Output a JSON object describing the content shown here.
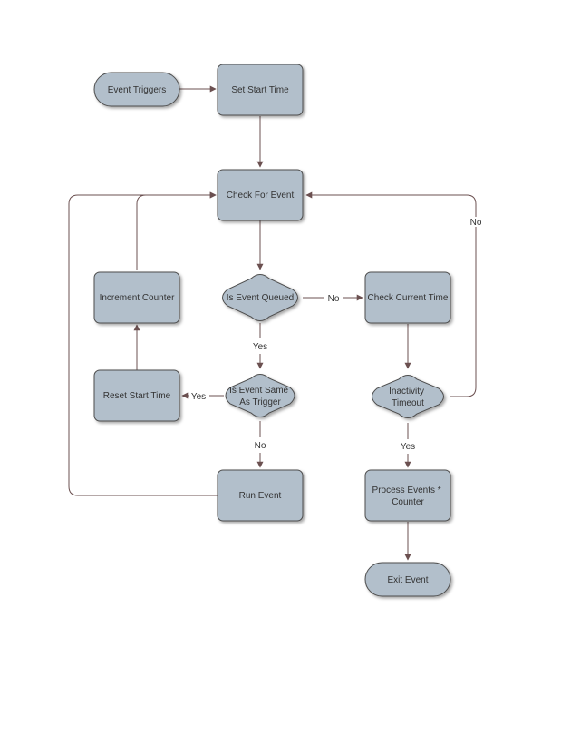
{
  "diagram": {
    "colors": {
      "node_fill": "#b2bfcb",
      "node_stroke": "#4d4d4d",
      "connector": "#6b5050",
      "text": "#333333"
    },
    "nodes": {
      "event_triggers": {
        "shape": "terminator",
        "lines": [
          "Event Triggers"
        ]
      },
      "set_start_time": {
        "shape": "process",
        "lines": [
          "Set Start Time"
        ]
      },
      "check_for_event": {
        "shape": "process",
        "lines": [
          "Check For Event"
        ]
      },
      "increment_counter": {
        "shape": "process",
        "lines": [
          "Increment Counter"
        ]
      },
      "is_event_queued": {
        "shape": "decision",
        "lines": [
          "Is Event Queued"
        ]
      },
      "check_current_time": {
        "shape": "process",
        "lines": [
          "Check Current Time"
        ]
      },
      "reset_start_time": {
        "shape": "process",
        "lines": [
          "Reset Start Time"
        ]
      },
      "is_event_same": {
        "shape": "decision",
        "lines": [
          "Is Event Same",
          "As Trigger"
        ]
      },
      "inactivity_timeout": {
        "shape": "decision",
        "lines": [
          "Inactivity",
          "Timeout"
        ]
      },
      "run_event": {
        "shape": "process",
        "lines": [
          "Run Event"
        ]
      },
      "process_events": {
        "shape": "process",
        "lines": [
          "Process Events *",
          "Counter"
        ]
      },
      "exit_event": {
        "shape": "terminator",
        "lines": [
          "Exit Event"
        ]
      }
    },
    "edge_labels": {
      "queued_no": "No",
      "queued_yes": "Yes",
      "same_yes": "Yes",
      "same_no": "No",
      "timeout_yes": "Yes",
      "timeout_no": "No"
    }
  }
}
